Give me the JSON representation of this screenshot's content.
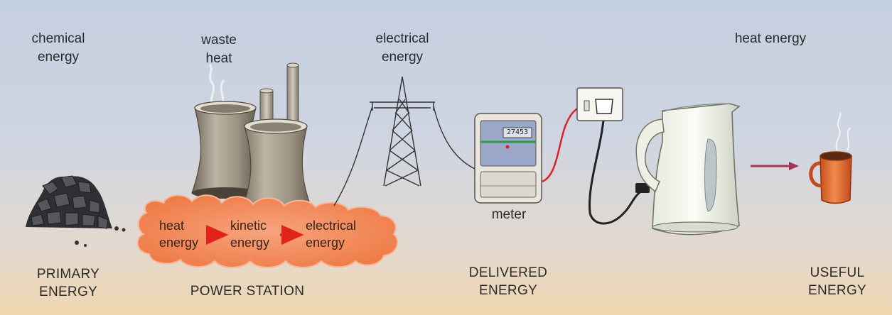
{
  "top_labels": {
    "chemical_line1": "chemical",
    "chemical_line2": "energy",
    "waste_line1": "waste",
    "waste_line2": "heat",
    "electrical_line1": "electrical",
    "electrical_line2": "energy",
    "heat": "heat energy"
  },
  "cloud": {
    "heat_line1": "heat",
    "heat_line2": "energy",
    "kinetic_line1": "kinetic",
    "kinetic_line2": "energy",
    "electrical_line1": "electrical",
    "electrical_line2": "energy"
  },
  "meter": {
    "label": "meter",
    "reading": "27453"
  },
  "captions": {
    "primary_line1": "PRIMARY",
    "primary_line2": "ENERGY",
    "power_station": "POWER STATION",
    "delivered_line1": "DELIVERED",
    "delivered_line2": "ENERGY",
    "useful_line1": "USEFUL",
    "useful_line2": "ENERGY"
  },
  "colors": {
    "cloud_fill": "#f58a5a",
    "flow_arrow": "#e1231b",
    "output_arrow": "#a43559",
    "cable_red": "#d8232a",
    "mug": "#e06b2c"
  },
  "icons": [
    "coal-pile-icon",
    "cooling-tower-icon",
    "chimney-icon",
    "pylon-icon",
    "electricity-meter-icon",
    "wall-socket-icon",
    "kettle-icon",
    "mug-icon"
  ]
}
